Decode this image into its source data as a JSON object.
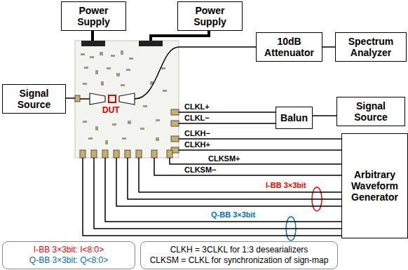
{
  "diagram": {
    "nodes": [
      {
        "text": [
          "Power Supply"
        ]
      },
      {
        "text": [
          "Power Supply"
        ]
      },
      {
        "text": [
          "DUT"
        ]
      },
      {
        "text": [
          "10dB Attenuator"
        ]
      },
      {
        "text": [
          "Spectrum Analyzer"
        ]
      },
      {
        "text": [
          "Signal Source"
        ]
      },
      {
        "text": [
          "Balun"
        ]
      },
      {
        "text": [
          "Signal Source"
        ]
      },
      {
        "text": [
          "Arbitrary Waveform Generator"
        ]
      },
      {
        "text": [
          "I-BB 3×3bit: I<8:0>",
          "Q-BB 3×3bit: Q<8:0>"
        ]
      },
      {
        "text": [
          "CLKH = 3CLKL for 1:3 desearializers",
          "CLKSM = CLKL for synchronization of sign-map"
        ]
      }
    ],
    "edges": [
      {
        "from": 0,
        "to": 2,
        "arrow": "none"
      },
      {
        "from": 1,
        "to": 2,
        "arrow": "none"
      },
      {
        "from": 5,
        "to": 2,
        "arrow": "none"
      },
      {
        "from": 2,
        "to": 3,
        "arrow": "none"
      },
      {
        "from": 3,
        "to": 4,
        "arrow": "none"
      },
      {
        "from": 7,
        "to": 6,
        "arrow": "none"
      },
      {
        "from": 2,
        "to": 6,
        "label": "CLKL+",
        "arrow": "none"
      },
      {
        "from": 2,
        "to": 6,
        "label": "CLKL−",
        "arrow": "none"
      },
      {
        "from": 2,
        "to": 8,
        "label": "CLKH−",
        "arrow": "none"
      },
      {
        "from": 2,
        "to": 8,
        "label": "CLKH+",
        "arrow": "none"
      },
      {
        "from": 2,
        "to": 8,
        "label": "CLKSM+",
        "arrow": "none"
      },
      {
        "from": 2,
        "to": 8,
        "label": "CLKSM−",
        "arrow": "none"
      },
      {
        "from": 2,
        "to": 8,
        "label": "I-BB 3×3bit",
        "arrow": "none"
      },
      {
        "from": 2,
        "to": 8,
        "arrow": "none"
      },
      {
        "from": 2,
        "to": 8,
        "arrow": "none"
      },
      {
        "from": 2,
        "to": 8,
        "label": "Q-BB 3×3bit",
        "arrow": "none"
      },
      {
        "from": 2,
        "to": 8,
        "arrow": "none"
      },
      {
        "from": 2,
        "to": 8,
        "arrow": "none"
      }
    ]
  }
}
